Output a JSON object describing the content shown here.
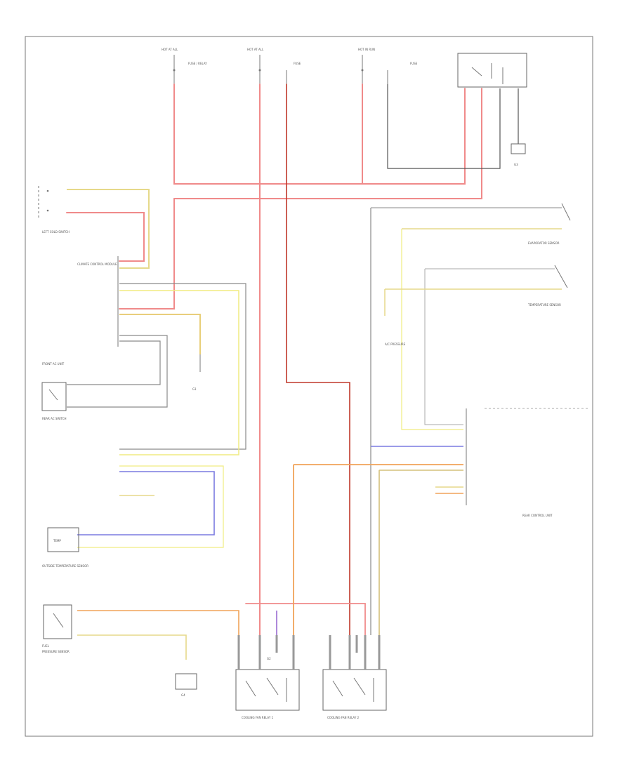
{
  "page_ref": "",
  "wire_colors": {
    "power": "#f08a8a",
    "power_dark": "#c0392b",
    "yellow": "#e6d98a",
    "orange": "#f0a35a",
    "blue": "#7a7ae0",
    "gray": "#8a8a8a",
    "black": "#444444",
    "purple": "#9a6ad0"
  },
  "fuses": [
    {
      "top_text": "HOT AT ALL",
      "right_text": "FUSE / RELAY"
    },
    {
      "top_text": "HOT AT ALL",
      "right_text": "FUSE"
    },
    {
      "top_text": "HOT IN RUN",
      "right_text": "FUSE"
    }
  ],
  "labels": {
    "wiper_switch": "LEFT COLD SWITCH",
    "left_module": "CLIMATE CONTROL MODULE",
    "connector_left": "FRONT AC UNIT",
    "lower_left_switch": "REAR AC SWITCH",
    "sensor_box": "TEMP",
    "sensor_caption": "OUTSIDE TEMPERATURE SENSOR",
    "bottom_switch": "FUEL",
    "bottom_switch_caption": "PRESSURE SENSOR",
    "ground_left": "G1",
    "ground_mid": "G2",
    "ground_right": "G3",
    "ground_bottom": "G4",
    "relay_left_caption": "COOLING FAN RELAY 1",
    "relay_right_caption": "COOLING FAN RELAY 2",
    "right_module_caption": "REAR CONTROL UNIT",
    "right_sensor_1": "EVAPORATOR SENSOR",
    "right_sensor_2": "TEMPERATURE SENSOR",
    "ac_press": "A/C PRESSURE"
  }
}
